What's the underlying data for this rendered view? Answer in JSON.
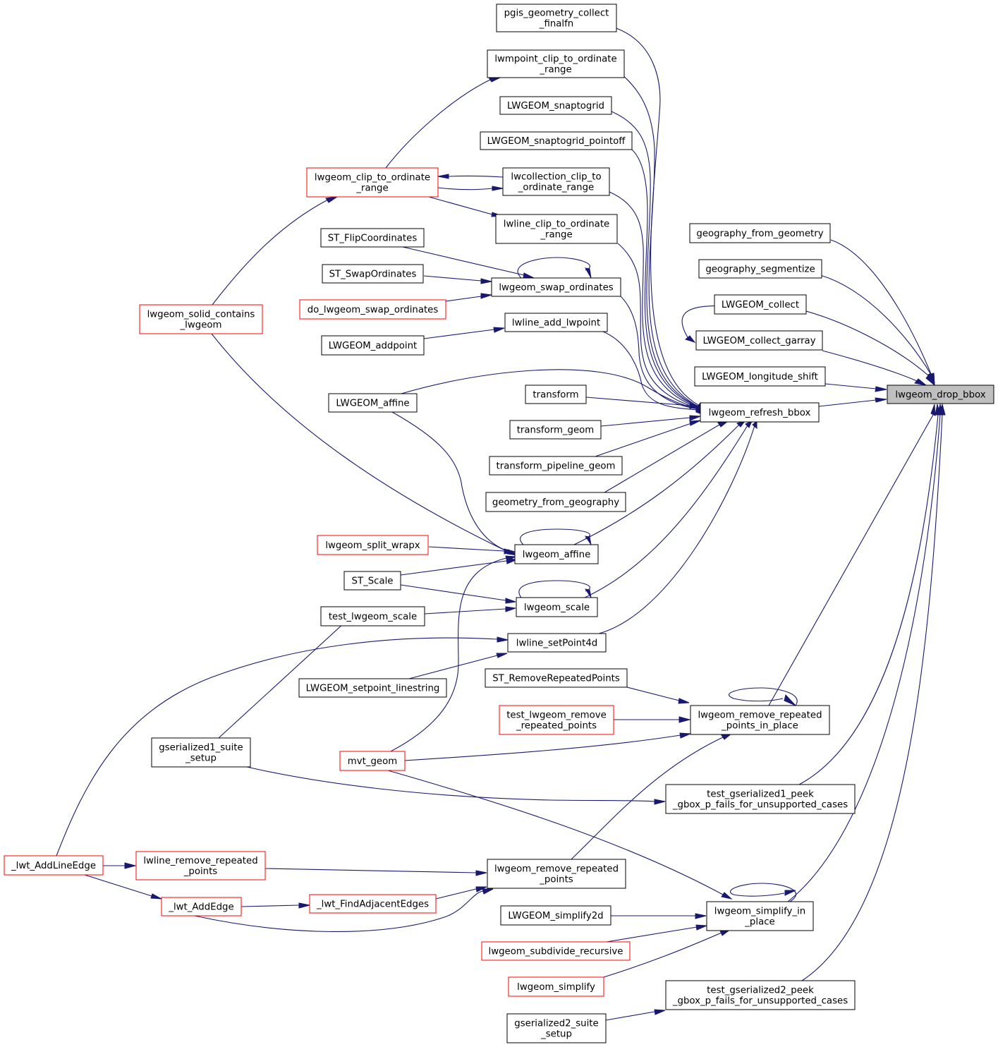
{
  "colors": {
    "edge": "#191970",
    "border_normal": "#000000",
    "border_incomplete": "#ff0000",
    "highlight_fill": "#bfbfbf",
    "node_fill": "#ffffff"
  },
  "nodes": [
    {
      "id": "lwgeom_drop_bbox",
      "lines": [
        "lwgeom_drop_bbox"
      ],
      "style": "highlight"
    },
    {
      "id": "geography_from_geometry",
      "lines": [
        "geography_from_geometry"
      ],
      "style": "normal"
    },
    {
      "id": "geography_segmentize",
      "lines": [
        "geography_segmentize"
      ],
      "style": "normal"
    },
    {
      "id": "LWGEOM_collect",
      "lines": [
        "LWGEOM_collect"
      ],
      "style": "normal"
    },
    {
      "id": "LWGEOM_collect_garray",
      "lines": [
        "LWGEOM_collect_garray"
      ],
      "style": "normal"
    },
    {
      "id": "LWGEOM_longitude_shift",
      "lines": [
        "LWGEOM_longitude_shift"
      ],
      "style": "normal"
    },
    {
      "id": "lwgeom_refresh_bbox",
      "lines": [
        "lwgeom_refresh_bbox"
      ],
      "style": "normal"
    },
    {
      "id": "lwgeom_remove_repeated_points_in_place",
      "lines": [
        "lwgeom_remove_repeated",
        "_points_in_place"
      ],
      "style": "normal"
    },
    {
      "id": "test_gserialized1_peek",
      "lines": [
        "test_gserialized1_peek",
        "_gbox_p_fails_for_unsupported_cases"
      ],
      "style": "normal"
    },
    {
      "id": "lwgeom_simplify_in_place",
      "lines": [
        "lwgeom_simplify_in",
        "_place"
      ],
      "style": "normal"
    },
    {
      "id": "test_gserialized2_peek",
      "lines": [
        "test_gserialized2_peek",
        "_gbox_p_fails_for_unsupported_cases"
      ],
      "style": "normal"
    },
    {
      "id": "pgis_geometry_collect_finalfn",
      "lines": [
        "pgis_geometry_collect",
        "_finalfn"
      ],
      "style": "normal"
    },
    {
      "id": "lwmpoint_clip_to_ordinate_range",
      "lines": [
        "lwmpoint_clip_to_ordinate",
        "_range"
      ],
      "style": "normal"
    },
    {
      "id": "LWGEOM_snaptogrid",
      "lines": [
        "LWGEOM_snaptogrid"
      ],
      "style": "normal"
    },
    {
      "id": "LWGEOM_snaptogrid_pointoff",
      "lines": [
        "LWGEOM_snaptogrid_pointoff"
      ],
      "style": "normal"
    },
    {
      "id": "lwcollection_clip_to_ordinate_range",
      "lines": [
        "lwcollection_clip_to",
        "_ordinate_range"
      ],
      "style": "normal"
    },
    {
      "id": "lwgeom_clip_to_ordinate_range",
      "lines": [
        "lwgeom_clip_to_ordinate",
        "_range"
      ],
      "style": "incomplete"
    },
    {
      "id": "lwline_clip_to_ordinate_range",
      "lines": [
        "lwline_clip_to_ordinate",
        "_range"
      ],
      "style": "normal"
    },
    {
      "id": "ST_FlipCoordinates",
      "lines": [
        "ST_FlipCoordinates"
      ],
      "style": "normal"
    },
    {
      "id": "ST_SwapOrdinates",
      "lines": [
        "ST_SwapOrdinates"
      ],
      "style": "normal"
    },
    {
      "id": "lwgeom_swap_ordinates",
      "lines": [
        "lwgeom_swap_ordinates"
      ],
      "style": "normal"
    },
    {
      "id": "do_lwgeom_swap_ordinates",
      "lines": [
        "do_lwgeom_swap_ordinates"
      ],
      "style": "incomplete"
    },
    {
      "id": "lwgeom_solid_contains_lwgeom",
      "lines": [
        "lwgeom_solid_contains",
        "_lwgeom"
      ],
      "style": "incomplete"
    },
    {
      "id": "lwline_add_lwpoint",
      "lines": [
        "lwline_add_lwpoint"
      ],
      "style": "normal"
    },
    {
      "id": "LWGEOM_addpoint",
      "lines": [
        "LWGEOM_addpoint"
      ],
      "style": "normal"
    },
    {
      "id": "LWGEOM_affine",
      "lines": [
        "LWGEOM_affine"
      ],
      "style": "normal"
    },
    {
      "id": "transform",
      "lines": [
        "transform"
      ],
      "style": "normal"
    },
    {
      "id": "transform_geom",
      "lines": [
        "transform_geom"
      ],
      "style": "normal"
    },
    {
      "id": "transform_pipeline_geom",
      "lines": [
        "transform_pipeline_geom"
      ],
      "style": "normal"
    },
    {
      "id": "geometry_from_geography",
      "lines": [
        "geometry_from_geography"
      ],
      "style": "normal"
    },
    {
      "id": "lwgeom_split_wrapx",
      "lines": [
        "lwgeom_split_wrapx"
      ],
      "style": "incomplete"
    },
    {
      "id": "lwgeom_affine",
      "lines": [
        "lwgeom_affine"
      ],
      "style": "normal"
    },
    {
      "id": "ST_Scale",
      "lines": [
        "ST_Scale"
      ],
      "style": "normal"
    },
    {
      "id": "lwgeom_scale",
      "lines": [
        "lwgeom_scale"
      ],
      "style": "normal"
    },
    {
      "id": "test_lwgeom_scale",
      "lines": [
        "test_lwgeom_scale"
      ],
      "style": "normal"
    },
    {
      "id": "lwline_setPoint4d",
      "lines": [
        "lwline_setPoint4d"
      ],
      "style": "normal"
    },
    {
      "id": "LWGEOM_setpoint_linestring",
      "lines": [
        "LWGEOM_setpoint_linestring"
      ],
      "style": "normal"
    },
    {
      "id": "ST_RemoveRepeatedPoints",
      "lines": [
        "ST_RemoveRepeatedPoints"
      ],
      "style": "normal"
    },
    {
      "id": "test_lwgeom_remove_repeated_points",
      "lines": [
        "test_lwgeom_remove",
        "_repeated_points"
      ],
      "style": "incomplete"
    },
    {
      "id": "gserialized1_suite_setup",
      "lines": [
        "gserialized1_suite",
        "_setup"
      ],
      "style": "normal"
    },
    {
      "id": "mvt_geom",
      "lines": [
        "mvt_geom"
      ],
      "style": "incomplete"
    },
    {
      "id": "_lwt_AddLineEdge",
      "lines": [
        "_lwt_AddLineEdge"
      ],
      "style": "incomplete"
    },
    {
      "id": "lwline_remove_repeated_points",
      "lines": [
        "lwline_remove_repeated",
        "_points"
      ],
      "style": "incomplete"
    },
    {
      "id": "lwgeom_remove_repeated_points",
      "lines": [
        "lwgeom_remove_repeated",
        "_points"
      ],
      "style": "normal"
    },
    {
      "id": "_lwt_AddEdge",
      "lines": [
        "_lwt_AddEdge"
      ],
      "style": "incomplete"
    },
    {
      "id": "_lwt_FindAdjacentEdges",
      "lines": [
        "_lwt_FindAdjacentEdges"
      ],
      "style": "incomplete"
    },
    {
      "id": "LWGEOM_simplify2d",
      "lines": [
        "LWGEOM_simplify2d"
      ],
      "style": "normal"
    },
    {
      "id": "lwgeom_subdivide_recursive",
      "lines": [
        "lwgeom_subdivide_recursive"
      ],
      "style": "incomplete"
    },
    {
      "id": "lwgeom_simplify",
      "lines": [
        "lwgeom_simplify"
      ],
      "style": "incomplete"
    },
    {
      "id": "gserialized2_suite_setup",
      "lines": [
        "gserialized2_suite",
        "_setup"
      ],
      "style": "normal"
    }
  ],
  "edges": [
    {
      "from": "geography_from_geometry",
      "to": "lwgeom_drop_bbox"
    },
    {
      "from": "geography_segmentize",
      "to": "lwgeom_drop_bbox"
    },
    {
      "from": "LWGEOM_collect",
      "to": "lwgeom_drop_bbox"
    },
    {
      "from": "LWGEOM_collect_garray",
      "to": "lwgeom_drop_bbox"
    },
    {
      "from": "LWGEOM_longitude_shift",
      "to": "lwgeom_drop_bbox"
    },
    {
      "from": "lwgeom_refresh_bbox",
      "to": "lwgeom_drop_bbox"
    },
    {
      "from": "lwgeom_remove_repeated_points_in_place",
      "to": "lwgeom_drop_bbox"
    },
    {
      "from": "test_gserialized1_peek",
      "to": "lwgeom_drop_bbox"
    },
    {
      "from": "lwgeom_simplify_in_place",
      "to": "lwgeom_drop_bbox"
    },
    {
      "from": "test_gserialized2_peek",
      "to": "lwgeom_drop_bbox"
    },
    {
      "from": "pgis_geometry_collect_finalfn",
      "to": "lwgeom_refresh_bbox"
    },
    {
      "from": "lwmpoint_clip_to_ordinate_range",
      "to": "lwgeom_refresh_bbox"
    },
    {
      "from": "LWGEOM_snaptogrid",
      "to": "lwgeom_refresh_bbox"
    },
    {
      "from": "LWGEOM_snaptogrid_pointoff",
      "to": "lwgeom_refresh_bbox"
    },
    {
      "from": "lwcollection_clip_to_ordinate_range",
      "to": "lwgeom_refresh_bbox"
    },
    {
      "from": "lwline_clip_to_ordinate_range",
      "to": "lwgeom_refresh_bbox"
    },
    {
      "from": "lwgeom_swap_ordinates",
      "to": "lwgeom_refresh_bbox"
    },
    {
      "from": "lwline_add_lwpoint",
      "to": "lwgeom_refresh_bbox"
    },
    {
      "from": "LWGEOM_affine",
      "to": "lwgeom_refresh_bbox"
    },
    {
      "from": "transform",
      "to": "lwgeom_refresh_bbox"
    },
    {
      "from": "transform_geom",
      "to": "lwgeom_refresh_bbox"
    },
    {
      "from": "transform_pipeline_geom",
      "to": "lwgeom_refresh_bbox"
    },
    {
      "from": "geometry_from_geography",
      "to": "lwgeom_refresh_bbox"
    },
    {
      "from": "lwgeom_affine",
      "to": "lwgeom_refresh_bbox"
    },
    {
      "from": "lwgeom_scale",
      "to": "lwgeom_refresh_bbox"
    },
    {
      "from": "lwline_setPoint4d",
      "to": "lwgeom_refresh_bbox"
    },
    {
      "from": "LWGEOM_collect",
      "to": "LWGEOM_collect_garray"
    },
    {
      "from": "lwgeom_clip_to_ordinate_range",
      "to": "lwmpoint_clip_to_ordinate_range"
    },
    {
      "from": "lwgeom_clip_to_ordinate_range",
      "to": "lwcollection_clip_to_ordinate_range"
    },
    {
      "from": "lwcollection_clip_to_ordinate_range",
      "to": "lwgeom_clip_to_ordinate_range"
    },
    {
      "from": "lwgeom_clip_to_ordinate_range",
      "to": "lwline_clip_to_ordinate_range"
    },
    {
      "from": "lwgeom_solid_contains_lwgeom",
      "to": "lwgeom_clip_to_ordinate_range"
    },
    {
      "from": "ST_FlipCoordinates",
      "to": "lwgeom_swap_ordinates"
    },
    {
      "from": "ST_SwapOrdinates",
      "to": "lwgeom_swap_ordinates"
    },
    {
      "from": "do_lwgeom_swap_ordinates",
      "to": "lwgeom_swap_ordinates"
    },
    {
      "from": "lwgeom_swap_ordinates",
      "to": "lwgeom_swap_ordinates"
    },
    {
      "from": "LWGEOM_addpoint",
      "to": "lwline_add_lwpoint"
    },
    {
      "from": "LWGEOM_affine",
      "to": "lwgeom_affine"
    },
    {
      "from": "lwgeom_solid_contains_lwgeom",
      "to": "lwgeom_affine"
    },
    {
      "from": "lwgeom_split_wrapx",
      "to": "lwgeom_affine"
    },
    {
      "from": "ST_Scale",
      "to": "lwgeom_affine"
    },
    {
      "from": "mvt_geom",
      "to": "lwgeom_affine"
    },
    {
      "from": "lwgeom_affine",
      "to": "lwgeom_affine"
    },
    {
      "from": "ST_Scale",
      "to": "lwgeom_scale"
    },
    {
      "from": "test_lwgeom_scale",
      "to": "lwgeom_scale"
    },
    {
      "from": "lwgeom_scale",
      "to": "lwgeom_scale"
    },
    {
      "from": "gserialized1_suite_setup",
      "to": "test_lwgeom_scale"
    },
    {
      "from": "LWGEOM_setpoint_linestring",
      "to": "lwline_setPoint4d"
    },
    {
      "from": "_lwt_AddLineEdge",
      "to": "lwline_setPoint4d"
    },
    {
      "from": "ST_RemoveRepeatedPoints",
      "to": "lwgeom_remove_repeated_points_in_place"
    },
    {
      "from": "test_lwgeom_remove_repeated_points",
      "to": "lwgeom_remove_repeated_points_in_place"
    },
    {
      "from": "mvt_geom",
      "to": "lwgeom_remove_repeated_points_in_place"
    },
    {
      "from": "lwgeom_remove_repeated_points",
      "to": "lwgeom_remove_repeated_points_in_place"
    },
    {
      "from": "lwgeom_remove_repeated_points_in_place",
      "to": "lwgeom_remove_repeated_points_in_place"
    },
    {
      "from": "gserialized1_suite_setup",
      "to": "test_gserialized1_peek"
    },
    {
      "from": "_lwt_AddLineEdge",
      "to": "lwline_remove_repeated_points"
    },
    {
      "from": "_lwt_AddLineEdge",
      "to": "_lwt_AddEdge"
    },
    {
      "from": "lwline_remove_repeated_points",
      "to": "lwgeom_remove_repeated_points"
    },
    {
      "from": "_lwt_FindAdjacentEdges",
      "to": "lwgeom_remove_repeated_points"
    },
    {
      "from": "_lwt_AddEdge",
      "to": "lwgeom_remove_repeated_points"
    },
    {
      "from": "_lwt_AddEdge",
      "to": "_lwt_FindAdjacentEdges"
    },
    {
      "from": "mvt_geom",
      "to": "lwgeom_simplify_in_place"
    },
    {
      "from": "LWGEOM_simplify2d",
      "to": "lwgeom_simplify_in_place"
    },
    {
      "from": "lwgeom_subdivide_recursive",
      "to": "lwgeom_simplify_in_place"
    },
    {
      "from": "lwgeom_simplify",
      "to": "lwgeom_simplify_in_place"
    },
    {
      "from": "lwgeom_simplify_in_place",
      "to": "lwgeom_simplify_in_place"
    },
    {
      "from": "gserialized2_suite_setup",
      "to": "test_gserialized2_peek"
    }
  ]
}
